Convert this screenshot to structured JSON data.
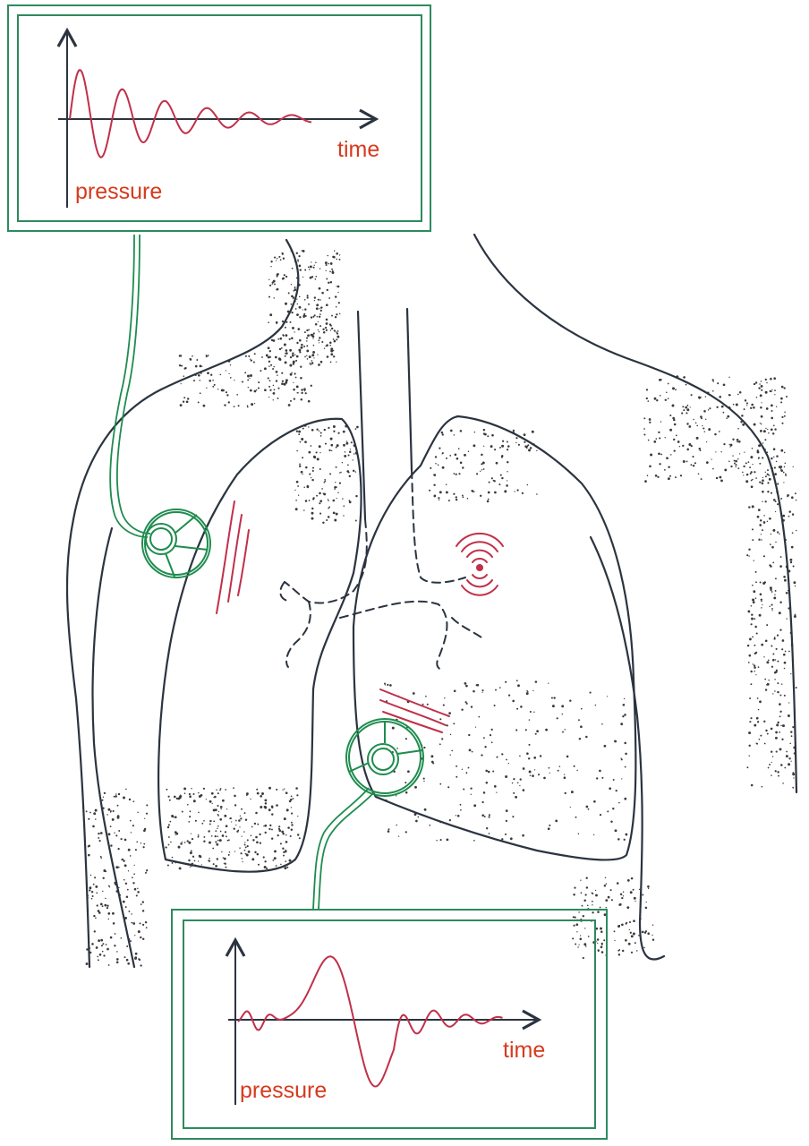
{
  "colors": {
    "background": "#ffffff",
    "outline": "#2b3440",
    "sensor": "#1e8c4e",
    "frame": "#2e8a5e",
    "signal": "#c0304a",
    "label": "#d63a1e",
    "stipple": "#3a3a3a"
  },
  "top_chart": {
    "x_label": "time",
    "y_label": "pressure",
    "chart_data": {
      "type": "line",
      "xlabel": "time",
      "ylabel": "pressure",
      "grid": false,
      "legend": "none",
      "signal": "decaying oscillation"
    }
  },
  "bottom_chart": {
    "x_label": "time",
    "y_label": "pressure",
    "chart_data": {
      "type": "line",
      "xlabel": "time",
      "ylabel": "pressure",
      "grid": false,
      "legend": "none",
      "signal": "single large pulse followed by small ripples"
    }
  },
  "icons": {
    "sensors": [
      "stethoscope-chestpiece-icon",
      "stethoscope-chestpiece-icon"
    ],
    "sound_source": "sound-wave-icon"
  }
}
